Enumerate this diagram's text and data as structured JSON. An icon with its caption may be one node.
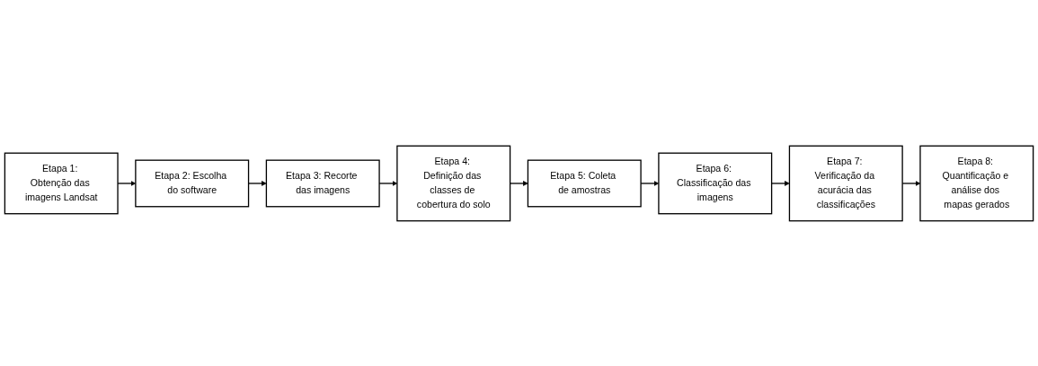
{
  "diagram": {
    "nodes": [
      {
        "text": [
          "Etapa 1: Obtenção das imagens Landsat"
        ]
      },
      {
        "text": [
          "Etapa 2: Escolha do software"
        ]
      },
      {
        "text": [
          "Etapa 3: Recorte das imagens"
        ]
      },
      {
        "text": [
          "Etapa 4: Definição das classes de cobertura do solo"
        ]
      },
      {
        "text": [
          "Etapa 5: Coleta de amostras"
        ]
      },
      {
        "text": [
          "Etapa 6: Classificação das imagens"
        ]
      },
      {
        "text": [
          "Etapa 7: Verificação da acurácia das classificações"
        ]
      },
      {
        "text": [
          "Etapa 8: Quantificação e análise dos mapas gerados"
        ]
      }
    ],
    "edges": [
      {
        "from": 0,
        "to": 1,
        "arrow": "to"
      },
      {
        "from": 1,
        "to": 2,
        "arrow": "to"
      },
      {
        "from": 2,
        "to": 3,
        "arrow": "to"
      },
      {
        "from": 3,
        "to": 4,
        "arrow": "to"
      },
      {
        "from": 4,
        "to": 5,
        "arrow": "to"
      },
      {
        "from": 5,
        "to": 6,
        "arrow": "to"
      },
      {
        "from": 6,
        "to": 7,
        "arrow": "to"
      }
    ]
  }
}
